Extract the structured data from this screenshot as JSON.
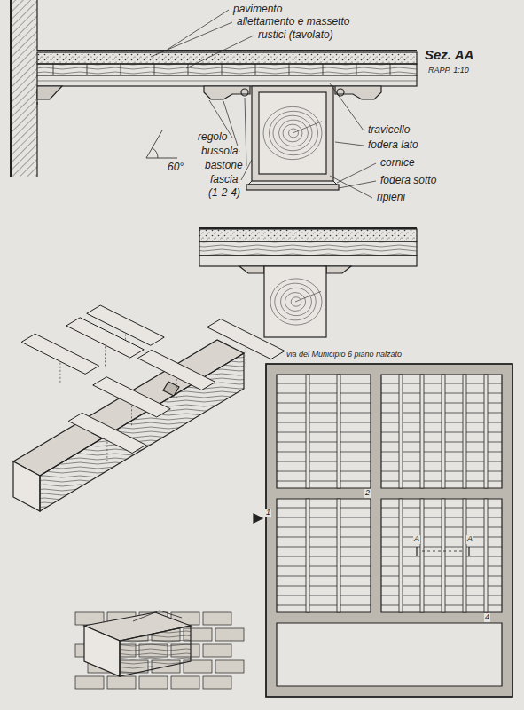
{
  "diagram": {
    "labels": [
      "pavimento",
      "allettamento e massetto",
      "rustici (tavolato)",
      "Sez. AA",
      "RAPP. 1:10",
      "60°",
      "regolo",
      "bussola",
      "bastone",
      "fascia",
      "(1-2-4)",
      "travicello",
      "fodera lato",
      "cornice",
      "fodera sotto",
      "ripieni",
      "via del Municipio 6 piano rialzato",
      "A",
      "A",
      "2",
      "1",
      "4"
    ]
  }
}
